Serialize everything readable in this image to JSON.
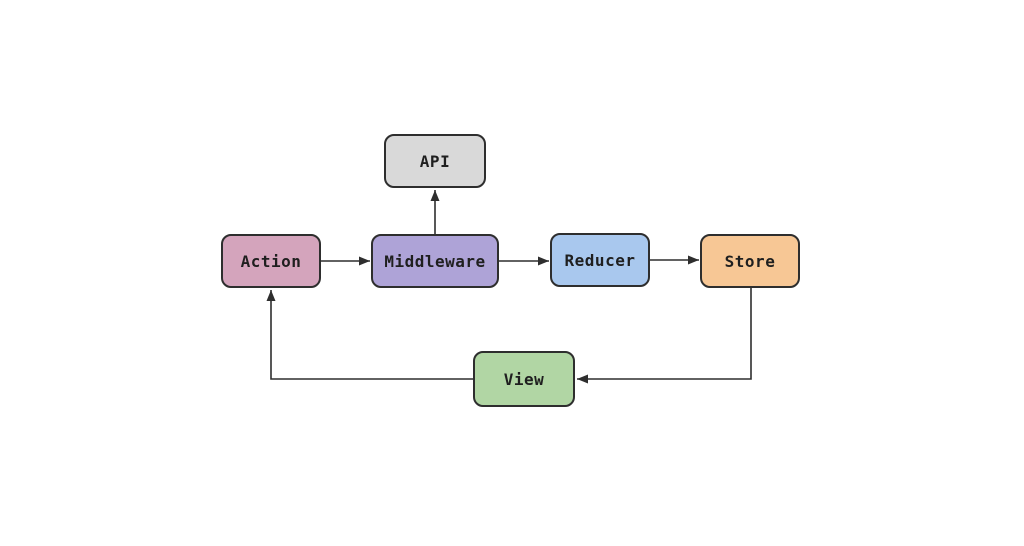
{
  "diagram": {
    "background_color": "#ffffff",
    "stroke_color": "#2e2e2e",
    "text_color": "#1f1f1f",
    "nodes": {
      "api": {
        "label": "API",
        "fill": "#d9d9d9"
      },
      "action": {
        "label": "Action",
        "fill": "#d4a4bc"
      },
      "middleware": {
        "label": "Middleware",
        "fill": "#aea3d7"
      },
      "reducer": {
        "label": "Reducer",
        "fill": "#a9c8ee"
      },
      "store": {
        "label": "Store",
        "fill": "#f7c795"
      },
      "view": {
        "label": "View",
        "fill": "#b1d6a4"
      }
    },
    "edges": [
      {
        "from": "action",
        "to": "middleware"
      },
      {
        "from": "middleware",
        "to": "api"
      },
      {
        "from": "middleware",
        "to": "reducer"
      },
      {
        "from": "reducer",
        "to": "store"
      },
      {
        "from": "store",
        "to": "view"
      },
      {
        "from": "view",
        "to": "action"
      }
    ]
  }
}
